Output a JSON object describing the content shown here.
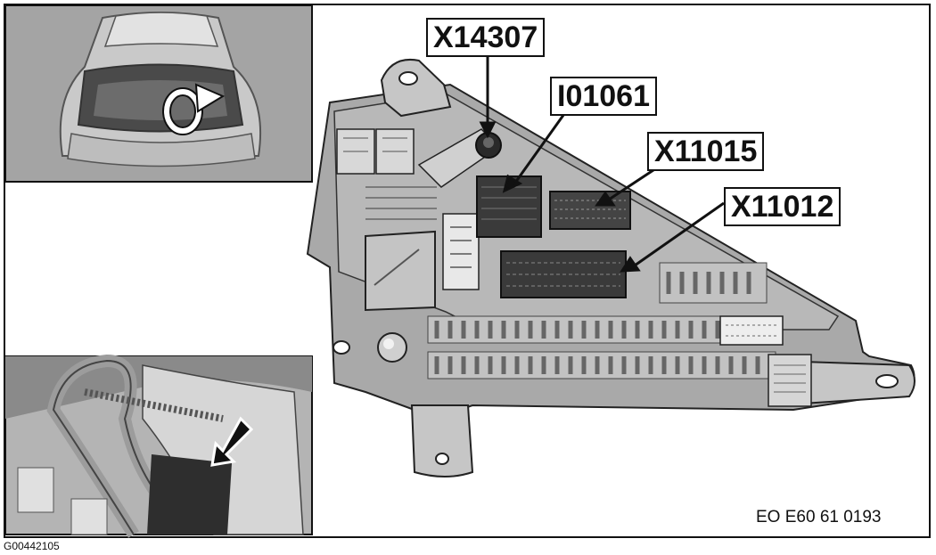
{
  "callouts": {
    "x14307": "X14307",
    "i01061": "I01061",
    "x11015": "X11015",
    "x11012": "X11012"
  },
  "reference_code": "EO E60 61 0193",
  "figure_id": "G00442105",
  "colors": {
    "panel_gray": "#a9a9a9",
    "module_gray": "#c8c8c8",
    "connector_dark": "#3a3a3a",
    "inset_bg": "#9a9a9a",
    "border": "#111111"
  }
}
